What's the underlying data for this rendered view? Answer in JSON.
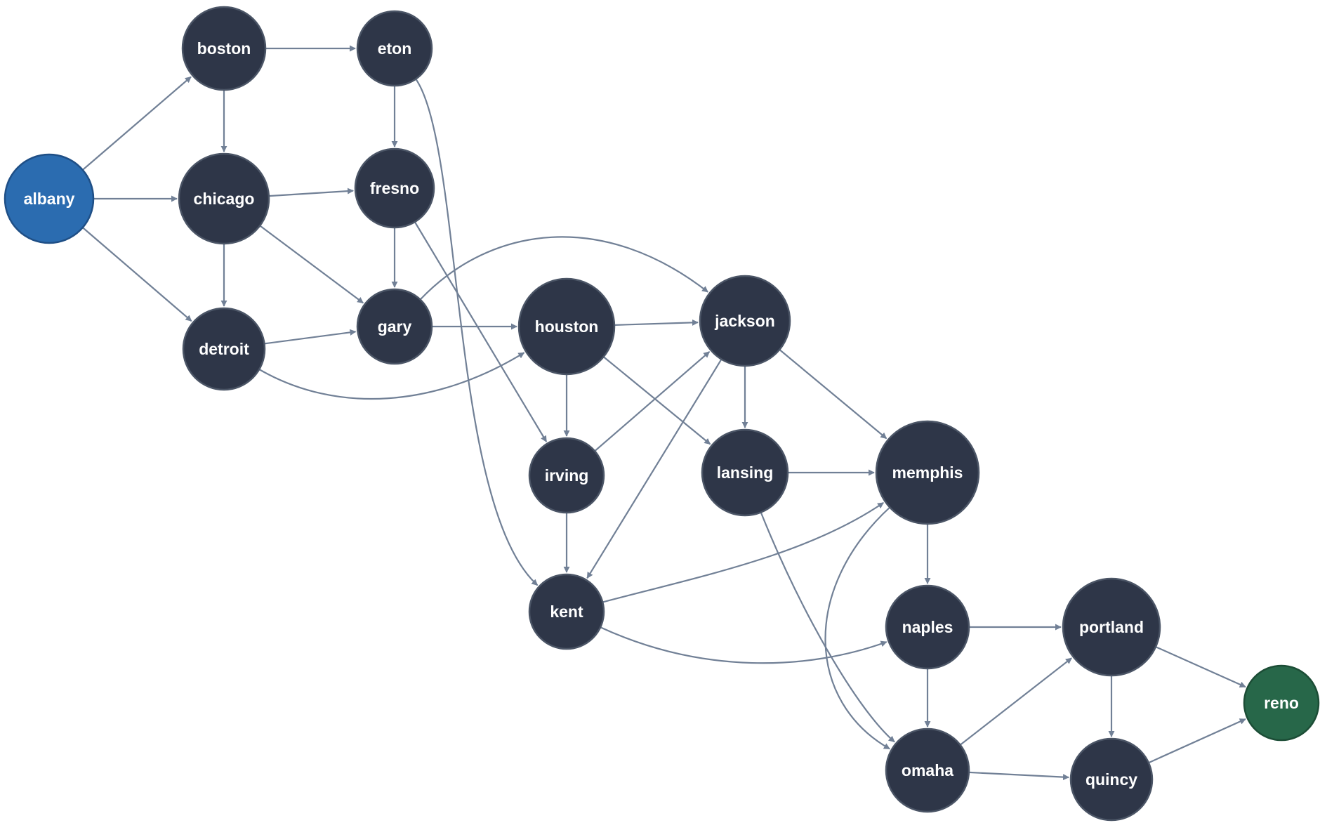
{
  "diagram": {
    "type": "directed-graph",
    "colors": {
      "default_fill": "#2e3648",
      "default_stroke": "#4b5566",
      "source_fill": "#2b6cb0",
      "source_stroke": "#1f4f86",
      "sink_fill": "#276749",
      "sink_stroke": "#1c4d36",
      "edge": "#718096",
      "label": "#ffffff"
    },
    "nodes": [
      {
        "id": "albany",
        "label": "albany",
        "role": "source"
      },
      {
        "id": "boston",
        "label": "boston",
        "role": "default"
      },
      {
        "id": "chicago",
        "label": "chicago",
        "role": "default"
      },
      {
        "id": "detroit",
        "label": "detroit",
        "role": "default"
      },
      {
        "id": "eton",
        "label": "eton",
        "role": "default"
      },
      {
        "id": "fresno",
        "label": "fresno",
        "role": "default"
      },
      {
        "id": "gary",
        "label": "gary",
        "role": "default"
      },
      {
        "id": "houston",
        "label": "houston",
        "role": "default"
      },
      {
        "id": "irving",
        "label": "irving",
        "role": "default"
      },
      {
        "id": "jackson",
        "label": "jackson",
        "role": "default"
      },
      {
        "id": "kent",
        "label": "kent",
        "role": "default"
      },
      {
        "id": "lansing",
        "label": "lansing",
        "role": "default"
      },
      {
        "id": "memphis",
        "label": "memphis",
        "role": "default"
      },
      {
        "id": "naples",
        "label": "naples",
        "role": "default"
      },
      {
        "id": "omaha",
        "label": "omaha",
        "role": "default"
      },
      {
        "id": "portland",
        "label": "portland",
        "role": "default"
      },
      {
        "id": "quincy",
        "label": "quincy",
        "role": "default"
      },
      {
        "id": "reno",
        "label": "reno",
        "role": "sink"
      }
    ],
    "edges": [
      {
        "from": "albany",
        "to": "boston"
      },
      {
        "from": "albany",
        "to": "chicago"
      },
      {
        "from": "albany",
        "to": "detroit"
      },
      {
        "from": "boston",
        "to": "eton"
      },
      {
        "from": "boston",
        "to": "chicago"
      },
      {
        "from": "eton",
        "to": "fresno"
      },
      {
        "from": "eton",
        "to": "kent"
      },
      {
        "from": "chicago",
        "to": "fresno"
      },
      {
        "from": "chicago",
        "to": "detroit"
      },
      {
        "from": "chicago",
        "to": "gary"
      },
      {
        "from": "fresno",
        "to": "gary"
      },
      {
        "from": "fresno",
        "to": "irving"
      },
      {
        "from": "detroit",
        "to": "gary"
      },
      {
        "from": "detroit",
        "to": "houston"
      },
      {
        "from": "gary",
        "to": "houston"
      },
      {
        "from": "gary",
        "to": "jackson"
      },
      {
        "from": "houston",
        "to": "jackson"
      },
      {
        "from": "houston",
        "to": "irving"
      },
      {
        "from": "houston",
        "to": "lansing"
      },
      {
        "from": "irving",
        "to": "jackson"
      },
      {
        "from": "irving",
        "to": "kent"
      },
      {
        "from": "jackson",
        "to": "kent"
      },
      {
        "from": "jackson",
        "to": "lansing"
      },
      {
        "from": "jackson",
        "to": "memphis"
      },
      {
        "from": "lansing",
        "to": "memphis"
      },
      {
        "from": "lansing",
        "to": "omaha"
      },
      {
        "from": "kent",
        "to": "memphis"
      },
      {
        "from": "kent",
        "to": "naples"
      },
      {
        "from": "memphis",
        "to": "naples"
      },
      {
        "from": "memphis",
        "to": "omaha"
      },
      {
        "from": "naples",
        "to": "portland"
      },
      {
        "from": "naples",
        "to": "omaha"
      },
      {
        "from": "omaha",
        "to": "portland"
      },
      {
        "from": "omaha",
        "to": "quincy"
      },
      {
        "from": "portland",
        "to": "quincy"
      },
      {
        "from": "portland",
        "to": "reno"
      },
      {
        "from": "quincy",
        "to": "reno"
      }
    ]
  }
}
